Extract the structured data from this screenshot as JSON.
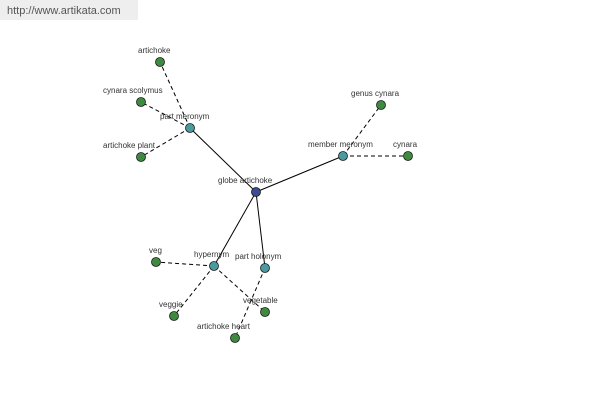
{
  "source": {
    "url_text": "http://www.artikata.com"
  },
  "colors": {
    "center": "#3b4d8c",
    "relation": "#4a9aa0",
    "term": "#3d8a40",
    "edge": "#000000"
  },
  "graph": {
    "center": {
      "id": "globe-artichoke",
      "label": "globe artichoke"
    },
    "relations": [
      {
        "id": "part-meronym",
        "label": "part meronym",
        "terms": [
          {
            "id": "artichoke",
            "label": "artichoke"
          },
          {
            "id": "cynara-scolymus",
            "label": "cynara scolymus"
          },
          {
            "id": "artichoke-plant",
            "label": "artichoke plant"
          }
        ]
      },
      {
        "id": "member-meronym",
        "label": "member meronym",
        "terms": [
          {
            "id": "genus-cynara",
            "label": "genus cynara"
          },
          {
            "id": "cynara",
            "label": "cynara"
          }
        ]
      },
      {
        "id": "hypernym",
        "label": "hypernym",
        "terms": [
          {
            "id": "veg",
            "label": "veg"
          },
          {
            "id": "veggie",
            "label": "veggie"
          },
          {
            "id": "vegetable",
            "label": "vegetable"
          }
        ]
      },
      {
        "id": "part-holonym",
        "label": "part holonym",
        "terms": [
          {
            "id": "artichoke-heart",
            "label": "artichoke heart"
          }
        ]
      }
    ]
  }
}
